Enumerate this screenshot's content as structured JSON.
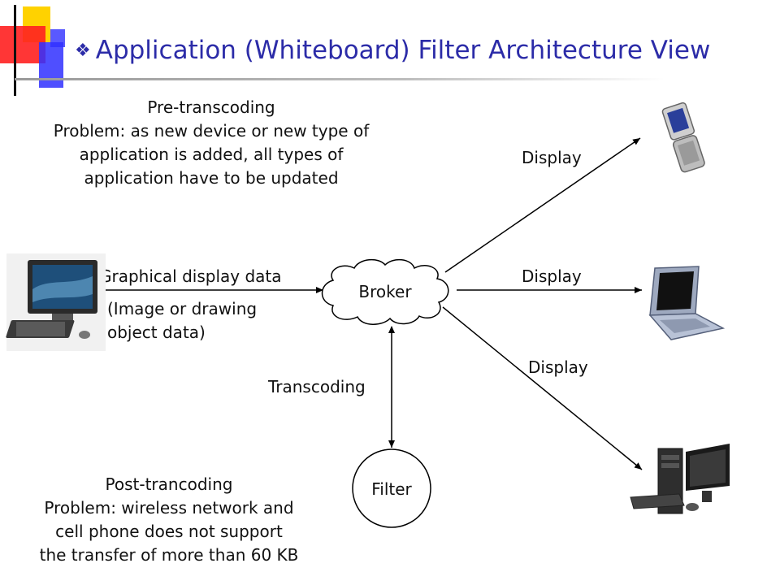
{
  "title": "Application (Whiteboard) Filter Architecture View",
  "colors": {
    "title": "#2c2ca8",
    "logo_red": "#ff2020",
    "logo_yellow": "#ffd200",
    "logo_blue": "#3030ff"
  },
  "icons": {
    "title_bullet": "diamond-bullet-icon",
    "sender": "desktop-computer-icon",
    "phone": "flip-phone-icon",
    "laptop": "laptop-icon",
    "workstation": "desktop-workstation-icon"
  },
  "notes": {
    "pre": [
      "Pre-transcoding",
      "Problem: as new device or new type of",
      "application is added, all types of",
      "application have to be updated"
    ],
    "post": [
      "Post-trancoding",
      "Problem: wireless network and",
      "cell phone does not support",
      "the transfer of more than 60 KB"
    ]
  },
  "labels": {
    "graphical": "Graphical display data",
    "object_data": [
      "(Image or drawing",
      "object data)"
    ],
    "display_top": "Display",
    "display_mid": "Display",
    "display_bot": "Display",
    "transcoding": "Transcoding"
  },
  "nodes": {
    "broker": "Broker",
    "filter": "Filter"
  }
}
